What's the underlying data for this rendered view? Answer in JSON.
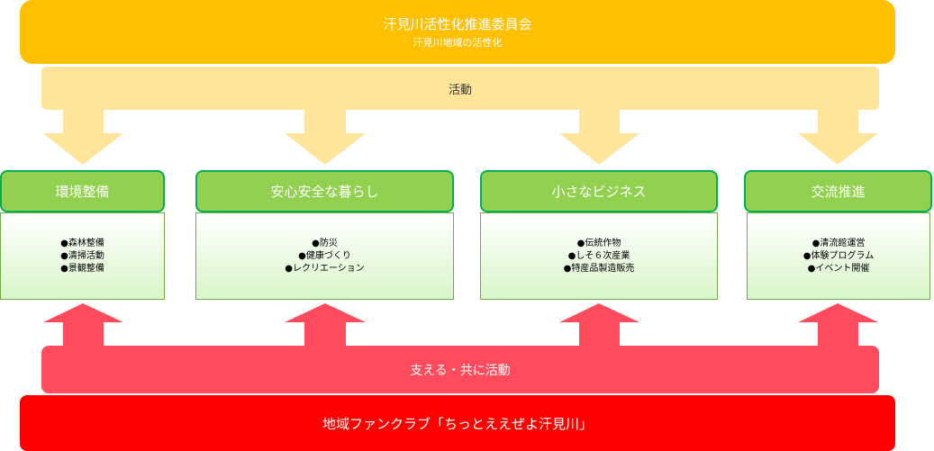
{
  "committee": {
    "title": "汗見川活性化推進委員会",
    "subtitle": "汗見川地域の活性化"
  },
  "activity": {
    "label": "活動"
  },
  "categories": [
    {
      "title": "環境整備",
      "items": [
        "●森林整備",
        "●清掃活動",
        "●景観整備"
      ]
    },
    {
      "title": "安心安全な暮らし",
      "items": [
        "●防災",
        "●健康づくり",
        "●レクリエーション"
      ]
    },
    {
      "title": "小さなビジネス",
      "items": [
        "●伝統作物",
        "●しそ６次産業",
        "●特産品製造販売"
      ]
    },
    {
      "title": "交流推進",
      "items": [
        "●清流館運営",
        "●体験プログラム",
        "●イベント開催"
      ]
    }
  ],
  "support": {
    "label": "支える・共に活動"
  },
  "fanclub": {
    "label": "地域ファンクラブ「ちっとええぜよ汗見川」"
  },
  "colors": {
    "committee": "#ffc000",
    "activity": "#fee599",
    "category_head": "#92d050",
    "category_border": "#00b050",
    "support": "#ff4b5c",
    "fanclub": "#ff0000"
  }
}
